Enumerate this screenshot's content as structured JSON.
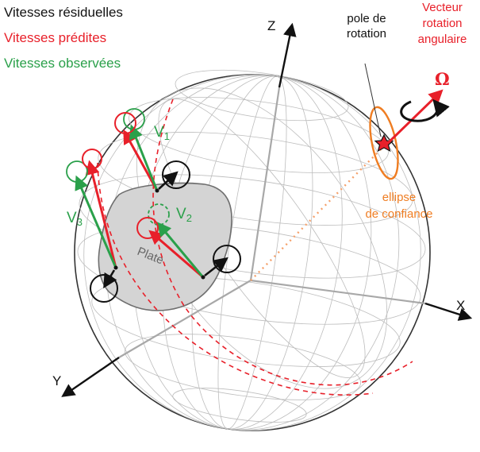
{
  "legend": {
    "residual": {
      "text": "Vitesses résiduelles",
      "color": "#111111"
    },
    "predicted": {
      "text": "Vitesses prédites",
      "color": "#e8202a"
    },
    "observed": {
      "text": "Vitesses observées",
      "color": "#2aa04a"
    }
  },
  "labels": {
    "pole_line1": "pole de",
    "pole_line2": "rotation",
    "vector_line1": "Vecteur",
    "vector_line2": "rotation",
    "vector_line3": "angulaire",
    "omega": "Ω",
    "ellipse_line1": "ellipse",
    "ellipse_line2": "de confiance",
    "plate": "Plate",
    "v1": "V",
    "v1_sub": "1",
    "v2": "V",
    "v2_sub": "2",
    "v3": "V",
    "v3_sub": "3"
  },
  "axes": {
    "x": "X",
    "y": "Y",
    "z": "Z"
  },
  "colors": {
    "red": "#e8202a",
    "green": "#2aa04a",
    "black": "#111111",
    "orange": "#ef7d22",
    "grid": "#b8b8b8",
    "plate": "#d4d4d4"
  }
}
